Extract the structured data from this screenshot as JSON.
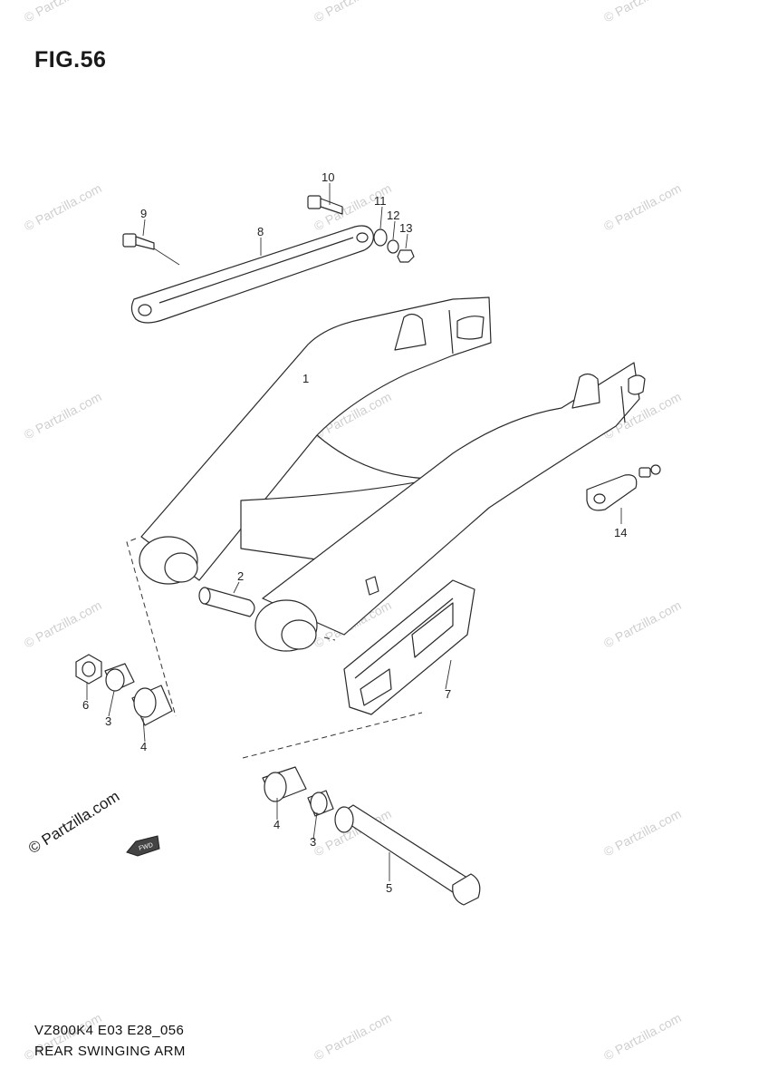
{
  "figure": {
    "title": "FIG.56",
    "code": "VZ800K4 E03 E28_056",
    "name": "REAR SWINGING ARM"
  },
  "watermark": {
    "text": "© Partzilla.com"
  },
  "fwd_label": "FWD",
  "parts": [
    {
      "id": "label-1",
      "text": "1"
    },
    {
      "id": "label-2",
      "text": "2"
    },
    {
      "id": "label-3a",
      "text": "3"
    },
    {
      "id": "label-3b",
      "text": "3"
    },
    {
      "id": "label-4a",
      "text": "4"
    },
    {
      "id": "label-4b",
      "text": "4"
    },
    {
      "id": "label-5",
      "text": "5"
    },
    {
      "id": "label-6",
      "text": "6"
    },
    {
      "id": "label-7",
      "text": "7"
    },
    {
      "id": "label-8",
      "text": "8"
    },
    {
      "id": "label-9",
      "text": "9"
    },
    {
      "id": "label-10",
      "text": "10"
    },
    {
      "id": "label-11",
      "text": "11"
    },
    {
      "id": "label-12",
      "text": "12"
    },
    {
      "id": "label-13",
      "text": "13"
    },
    {
      "id": "label-14",
      "text": "14"
    }
  ]
}
